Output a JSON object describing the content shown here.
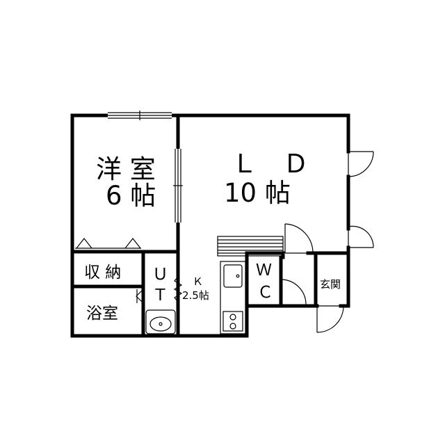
{
  "rooms": {
    "western_room": {
      "name": "洋 室",
      "size": "6 帖"
    },
    "living_dining": {
      "name": "Ｌ　Ｄ",
      "size": "10 帖"
    },
    "storage": {
      "name": "収 納"
    },
    "bath": {
      "name": "浴室"
    },
    "utility": {
      "line1": "Ｕ",
      "line2": "Ｔ"
    },
    "kitchen": {
      "name": "Ｋ",
      "size": "2.5帖"
    },
    "toilet": {
      "line1": "Ｗ",
      "line2": "Ｃ"
    },
    "entrance": {
      "name": "玄関"
    }
  }
}
